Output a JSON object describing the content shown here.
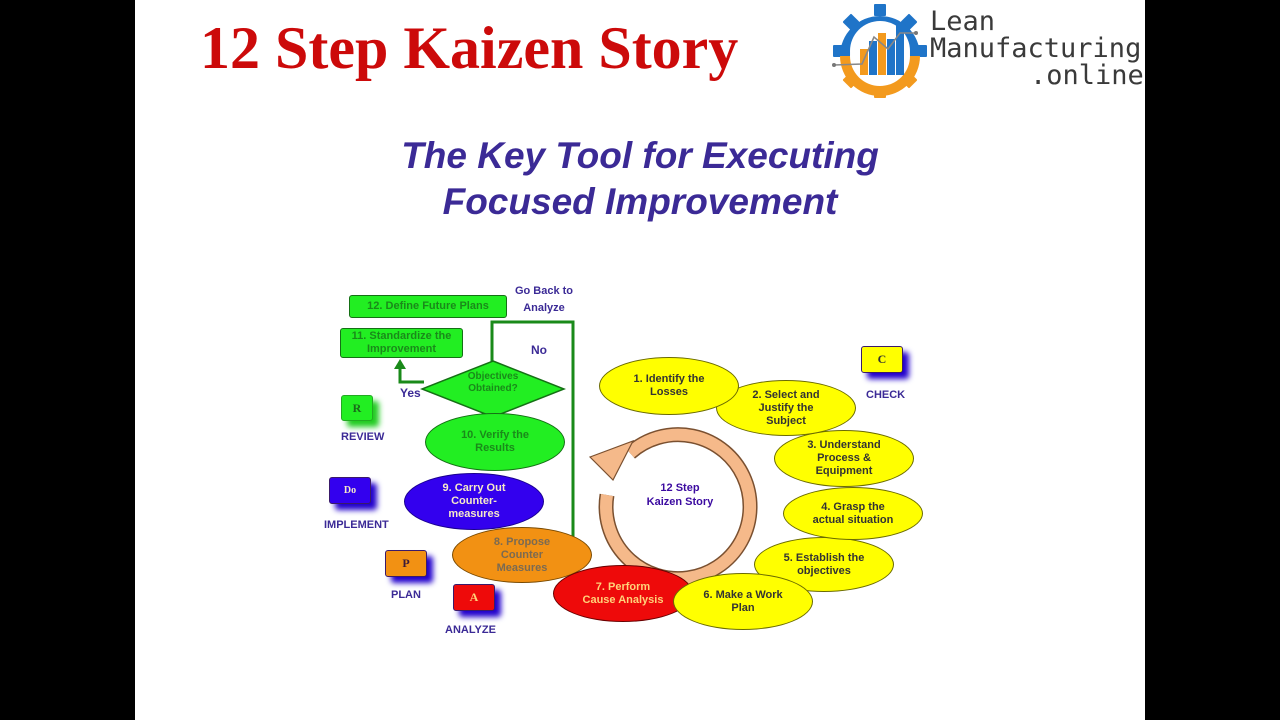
{
  "slide": {
    "title": "12 Step Kaizen Story",
    "subtitle_line1": "The Key Tool for Executing",
    "subtitle_line2": "Focused Improvement",
    "logo": {
      "line1": "Lean",
      "line2": "Manufacturing",
      "line3": ".online",
      "icon": "gear-bar-chart-icon",
      "colors": {
        "gear_top": "#1f74c8",
        "gear_bottom": "#f39a1e",
        "bars": "#1f74c8",
        "bars_accent": "#f39a1e"
      }
    }
  },
  "diagram": {
    "center_label": "12 Step\nKaizen Story",
    "cycle_icon": "circular-arrow-icon",
    "steps": [
      {
        "id": 1,
        "label": "1. Identify the\nLosses",
        "color": "#ffff00"
      },
      {
        "id": 2,
        "label": "2. Select and\nJustify the\nSubject",
        "color": "#ffff00"
      },
      {
        "id": 3,
        "label": "3. Understand\nProcess &\nEquipment",
        "color": "#ffff00"
      },
      {
        "id": 4,
        "label": "4. Grasp the\nactual situation",
        "color": "#ffff00"
      },
      {
        "id": 5,
        "label": "5. Establish the\nobjectives",
        "color": "#ffff00"
      },
      {
        "id": 6,
        "label": "6. Make a Work\nPlan",
        "color": "#ffff00"
      },
      {
        "id": 7,
        "label": "7. Perform\nCause Analysis",
        "color": "#ee0a0a"
      },
      {
        "id": 8,
        "label": "8. Propose\nCounter\nMeasures",
        "color": "#f29113"
      },
      {
        "id": 9,
        "label": "9. Carry Out\nCounter-\nmeasures",
        "color": "#3300ee"
      },
      {
        "id": 10,
        "label": "10. Verify the\nResults",
        "color": "#22ee22"
      },
      {
        "id": 11,
        "label": "11. Standardize the\nImprovement",
        "color": "#22ee22"
      },
      {
        "id": 12,
        "label": "12. Define Future Plans",
        "color": "#22ee22"
      }
    ],
    "decision": {
      "label": "Objectives\nObtained?",
      "yes": "Yes",
      "no": "No"
    },
    "go_back_label": "Go Back to\nAnalyze",
    "pdca": [
      {
        "letter": "R",
        "label": "REVIEW",
        "color": "#22ee22"
      },
      {
        "letter": "Do",
        "label": "IMPLEMENT",
        "color": "#3300ee"
      },
      {
        "letter": "P",
        "label": "PLAN",
        "color": "#f29113"
      },
      {
        "letter": "A",
        "label": "ANALYZE",
        "color": "#ee0a0a"
      },
      {
        "letter": "C",
        "label": "CHECK",
        "color": "#ffff00"
      }
    ]
  }
}
